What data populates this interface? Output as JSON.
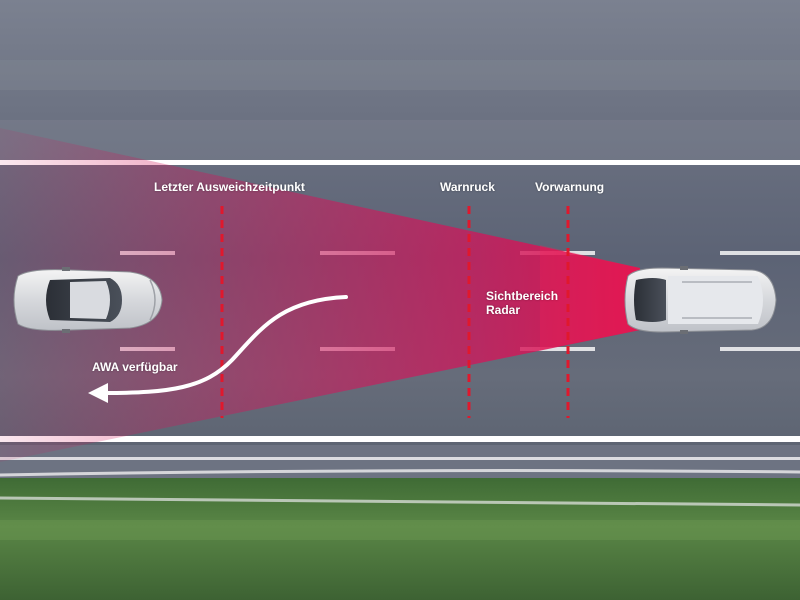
{
  "labels": {
    "last_evasion_point": "Letzter Ausweichzeitpunkt",
    "warning_jerk": "Warnruck",
    "pre_warning": "Vorwarnung",
    "radar_view_line1": "Sichtbereich",
    "radar_view_line2": "Radar",
    "awa_available": "AWA verfügbar"
  },
  "colors": {
    "asphalt": "#5e6577",
    "radar": "#d4145a",
    "marker": "#e0182d",
    "lane_line": "#ffffff",
    "grass": "#4f7a3e"
  },
  "icons": {
    "ego_car": "white-car-top-view",
    "lead_car": "white-suv-top-view",
    "evasion_path": "curved-arrow"
  }
}
